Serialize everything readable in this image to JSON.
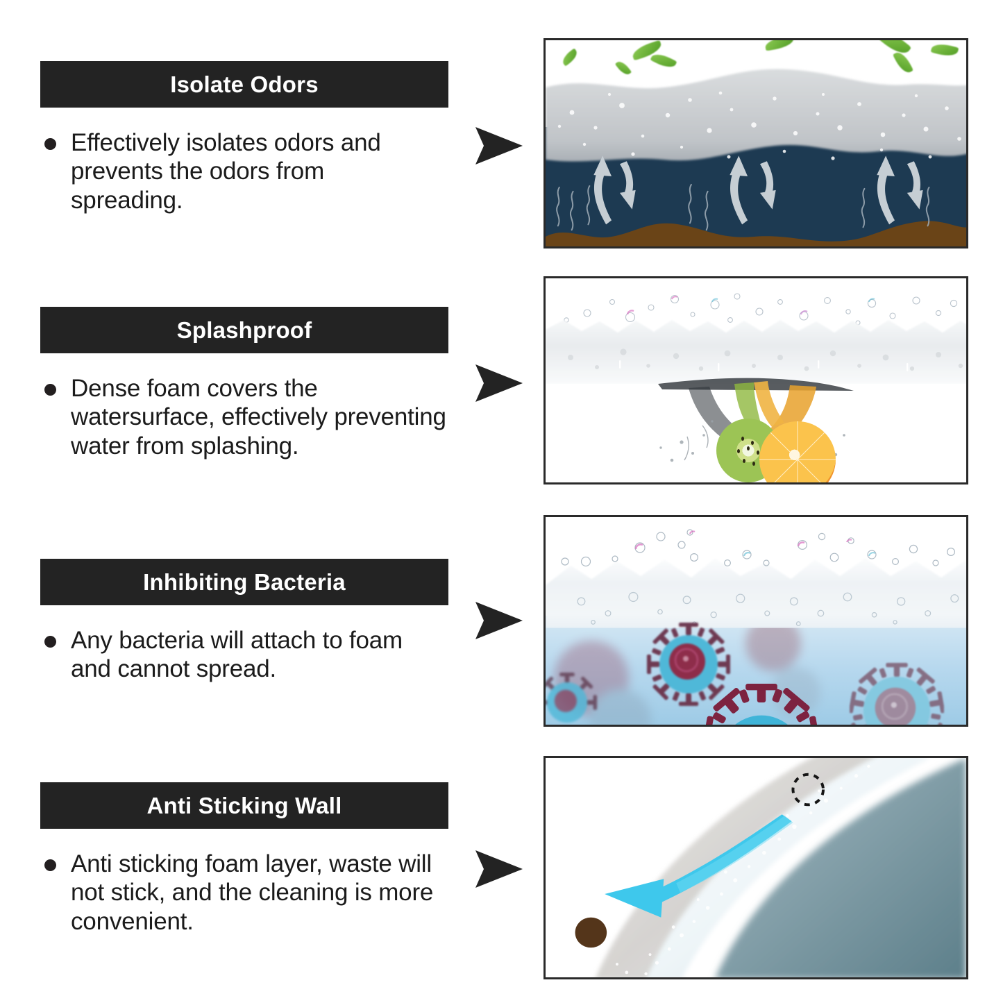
{
  "features": [
    {
      "title": "Isolate Odors",
      "description": "Effectively isolates odors and prevents the odors from spreading.",
      "marker_icon": "right-arrow-icon",
      "image": {
        "name": "odor-isolation-illustration",
        "alt": "Foam layer on dark water blocking rising odors from sludge",
        "colors": {
          "water": "#1d3a52",
          "foam": "#c9cccf",
          "sludge": "#6a4417",
          "arrow": "#c6ced4",
          "leaf": "#6fbb3a"
        }
      }
    },
    {
      "title": "Splashproof",
      "description": "Dense foam covers the watersurface, effectively preventing water from splashing.",
      "marker_icon": "right-arrow-icon",
      "image": {
        "name": "splashproof-illustration",
        "alt": "Kiwi and orange slices dropping through dense foam into water",
        "colors": {
          "foam": "#e9ecee",
          "kiwi": "#9cc455",
          "orange": "#fbc34c",
          "background": "#ffffff"
        }
      }
    },
    {
      "title": "Inhibiting Bacteria",
      "description": "Any bacteria will attach to foam and cannot spread.",
      "marker_icon": "right-arrow-icon",
      "image": {
        "name": "bacteria-inhibition-illustration",
        "alt": "Virus particles in blue water beneath a white foam band",
        "colors": {
          "water": "#b7d8ee",
          "foam": "#eef2f5",
          "virus_body": "#4fb8d8",
          "virus_core": "#8e2d4a"
        }
      }
    },
    {
      "title": "Anti Sticking Wall",
      "description": "Anti sticking foam layer, waste will not stick, and the cleaning is more convenient.",
      "marker_icon": "right-arrow-icon",
      "image": {
        "name": "anti-sticking-wall-illustration",
        "alt": "Curved bowl wall with foam coating, waste sliding away along a cyan arrow",
        "colors": {
          "wall": "#ffffff",
          "foam_band": "#d9d7d4",
          "water": "#6f8f98",
          "arrow": "#35c6ea",
          "waste": "#54351a"
        }
      }
    }
  ],
  "theme": {
    "title_bar_color": "#232323",
    "title_text_color": "#ffffff",
    "body_text_color": "#1b1b1b",
    "page_background": "#ffffff",
    "panel_border_color": "#2a2a2a"
  }
}
